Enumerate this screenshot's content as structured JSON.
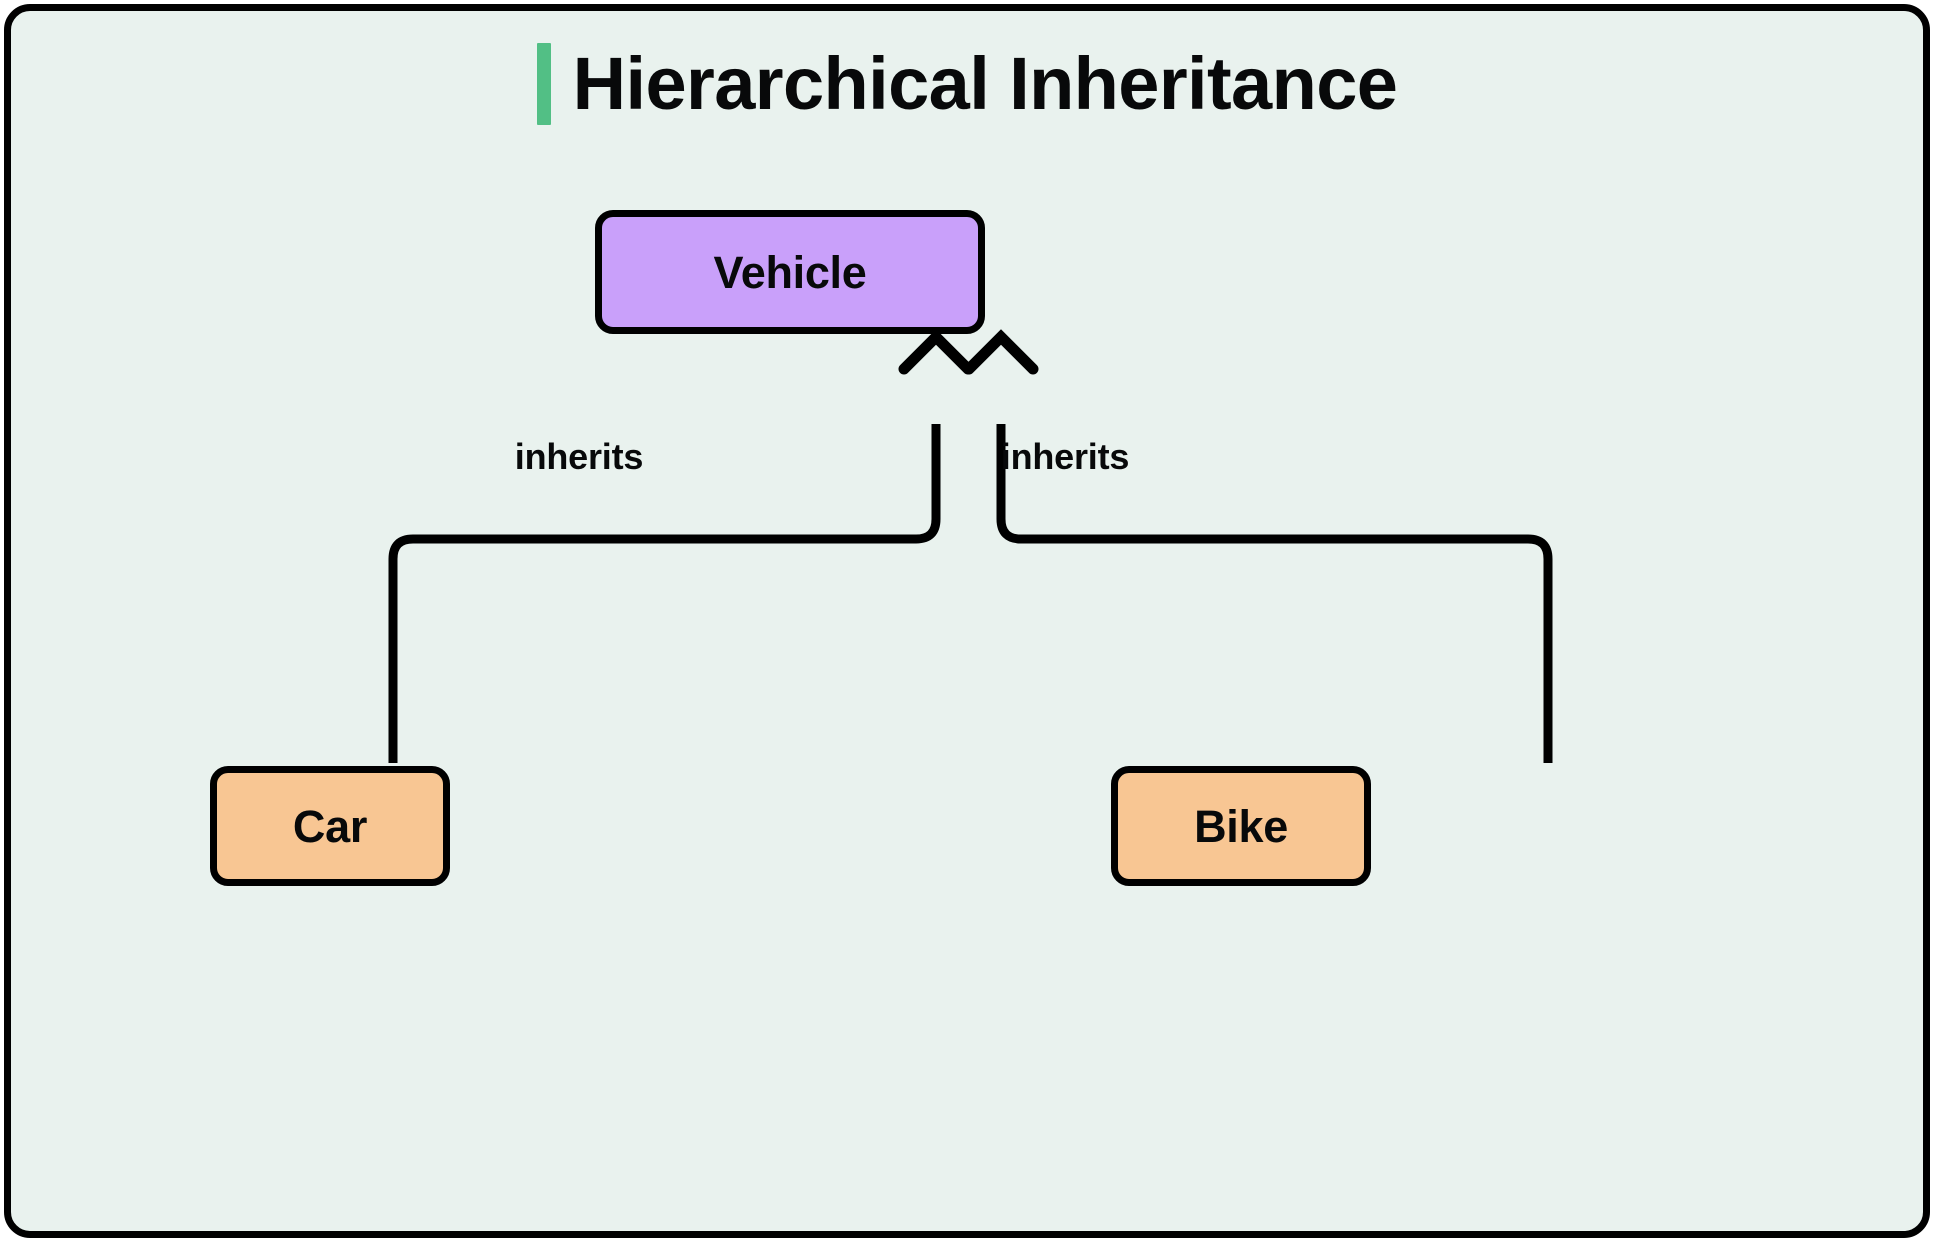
{
  "diagram": {
    "title": "Hierarchical Inheritance",
    "type": "class-inheritance-diagram",
    "accent_color": "#52bf85",
    "background_color": "#e9f2ee",
    "border_color": "#000000",
    "nodes": [
      {
        "id": "vehicle",
        "label": "Vehicle",
        "role": "parent-class",
        "fill": "#c9a0fa"
      },
      {
        "id": "car",
        "label": "Car",
        "role": "child-class",
        "fill": "#f8c693"
      },
      {
        "id": "bike",
        "label": "Bike",
        "role": "child-class",
        "fill": "#f8c693"
      }
    ],
    "edges": [
      {
        "id": "car-inherits-vehicle",
        "from": "car",
        "to": "vehicle",
        "label": "inherits",
        "arrow": "open-chevron-up"
      },
      {
        "id": "bike-inherits-vehicle",
        "from": "bike",
        "to": "vehicle",
        "label": "inherits",
        "arrow": "open-chevron-up"
      }
    ]
  }
}
